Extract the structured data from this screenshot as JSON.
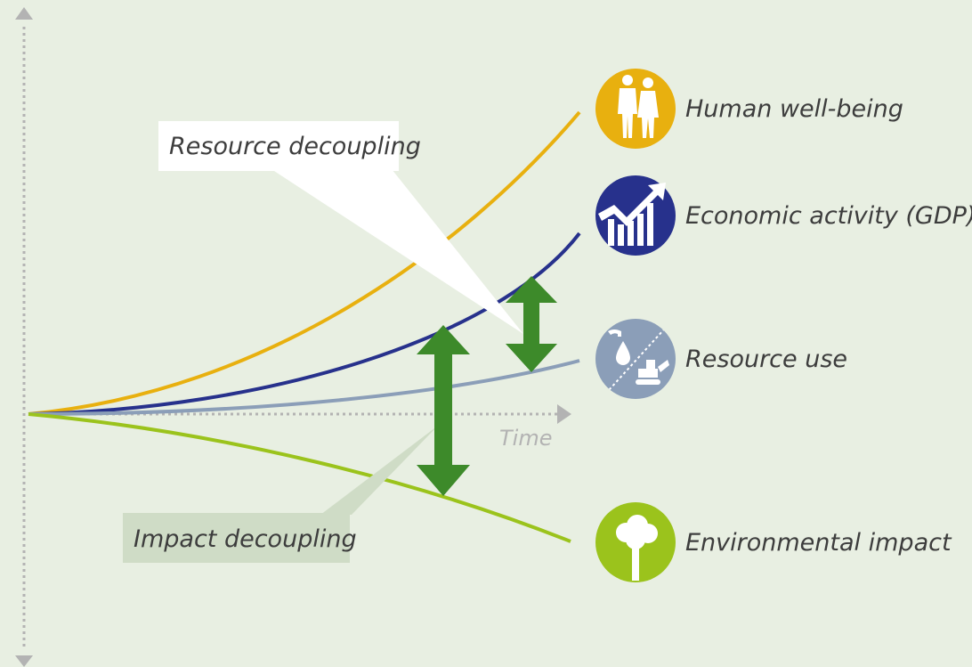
{
  "labels": {
    "human": "Human well-being",
    "economic": "Economic activity (GDP)",
    "resource_use": "Resource use",
    "environmental": "Environmental impact",
    "time": "Time"
  },
  "callouts": {
    "resource": "Resource decoupling",
    "impact": "Impact decoupling"
  },
  "colors": {
    "background": "#e8efe2",
    "human": "#e8b00f",
    "economic": "#27318c",
    "resource_use": "#8b9eb8",
    "environmental": "#9bc31c",
    "arrow": "#3d8a2a",
    "axis": "#b3b3b3",
    "resource_callout_bg": "#ffffff",
    "impact_callout_bg": "#cfdcc6"
  },
  "icons": {
    "human": "people-icon",
    "economic": "growth-chart-icon",
    "resource_use": "oil-drop-bulldozer-icon",
    "environmental": "tree-icon"
  }
}
